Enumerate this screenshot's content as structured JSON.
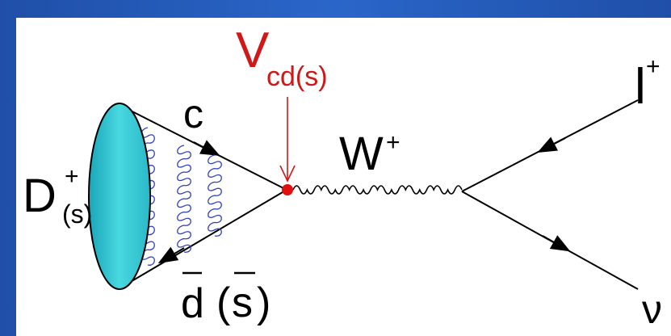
{
  "diagram": {
    "meson": {
      "base": "D",
      "sup": "+",
      "sub": "(s)"
    },
    "quark": "c",
    "antiquark": {
      "first": "d",
      "second": "s"
    },
    "ckm": {
      "base": "V",
      "sub": "cd(s)"
    },
    "boson": {
      "base": "W",
      "sup": "+"
    },
    "lepton": {
      "base": "l",
      "sup": "+"
    },
    "neutrino": "ν",
    "colors": {
      "frame": "#2a66c9",
      "meson_fill": "#40d0d8",
      "gluon": "#3040c0",
      "vertex": "#e01010",
      "ckm_text": "#d01818"
    }
  }
}
